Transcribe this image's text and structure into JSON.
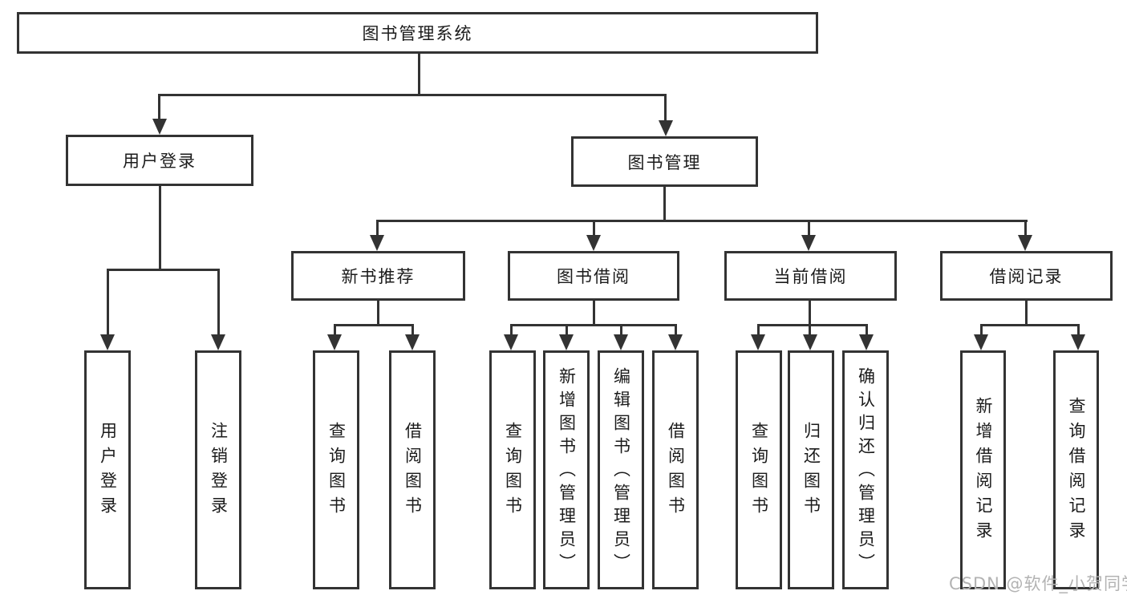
{
  "diagram": {
    "root": "图书管理系统",
    "branches": [
      {
        "label": "用户登录",
        "children": [
          {
            "label": "用户登录"
          },
          {
            "label": "注销登录"
          }
        ]
      },
      {
        "label": "图书管理",
        "children": [
          {
            "label": "新书推荐",
            "children": [
              {
                "label": "查询图书"
              },
              {
                "label": "借阅图书"
              }
            ]
          },
          {
            "label": "图书借阅",
            "children": [
              {
                "label": "查询图书"
              },
              {
                "label": "新增图书（管理员）"
              },
              {
                "label": "编辑图书（管理员）"
              },
              {
                "label": "借阅图书"
              }
            ]
          },
          {
            "label": "当前借阅",
            "children": [
              {
                "label": "查询图书"
              },
              {
                "label": "归还图书"
              },
              {
                "label": "确认归还（管理员）"
              }
            ]
          },
          {
            "label": "借阅记录",
            "children": [
              {
                "label": "新增借阅记录"
              },
              {
                "label": "查询借阅记录"
              }
            ]
          }
        ]
      }
    ],
    "watermark": "CSDN @软件_小贺同学",
    "colors": {
      "line": "#333333",
      "text": "#1b1b1b",
      "watermark": "#b3b3b3",
      "background": "#ffffff"
    }
  }
}
